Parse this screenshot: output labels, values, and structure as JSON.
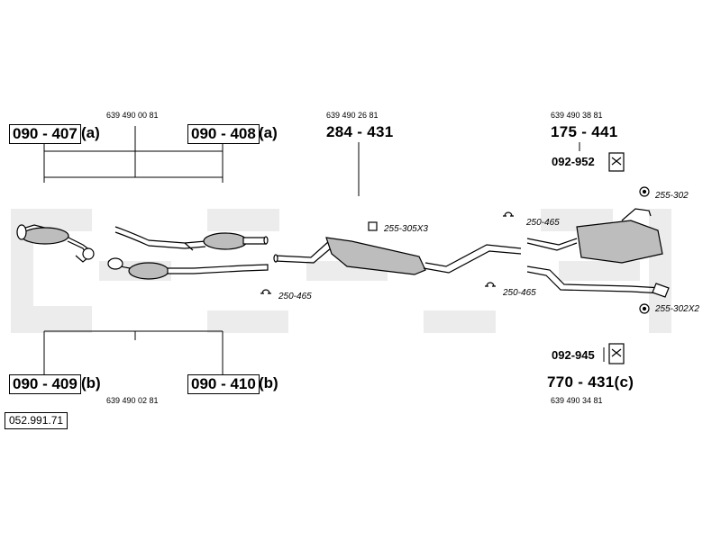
{
  "groups": {
    "g407": {
      "id": "090 - 407",
      "suffix": "(a)"
    },
    "g408": {
      "id": "090 - 408",
      "suffix": "(a)"
    },
    "g409": {
      "id": "090 - 409",
      "suffix": "(b)"
    },
    "g410": {
      "id": "090 - 410",
      "suffix": "(b)"
    },
    "code_top": "639 490 00 81",
    "code_bottom": "639 490 02 81"
  },
  "parts": {
    "middle": {
      "code": "639 490 26 81",
      "number": "284 - 431"
    },
    "rear_top": {
      "code": "639 490 38 81",
      "number": "175 - 441",
      "sub": "092-952"
    },
    "rear_bottom": {
      "code": "639 490 34 81",
      "number": "770 - 431(c)",
      "sub": "092-945"
    }
  },
  "clamps": {
    "c_305x3": "255-305X3",
    "c_465_front": "250-465",
    "c_465_top": "250-465",
    "c_465_mid": "250-465",
    "c_302": "255-302",
    "c_302x2": "255-302X2"
  },
  "reference": "052.991.71",
  "colors": {
    "line": "#000000",
    "part_fill": "#ffffff",
    "shade": "#bdbdbd",
    "watermark": "#ececec"
  }
}
